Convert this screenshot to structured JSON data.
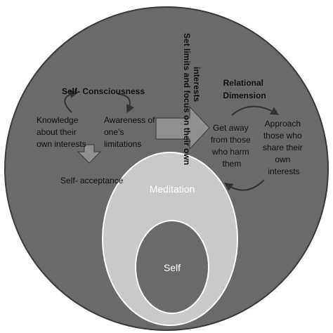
{
  "self_consciousness": {
    "title": "Self- Consciousness",
    "left_item": [
      "Knowledge",
      "about their",
      "own interests"
    ],
    "right_item": [
      "Awareness of",
      "one’s",
      "limitations"
    ],
    "result": "Self- acceptance"
  },
  "vertical_label": [
    "Set limits and focus on their own",
    "interests"
  ],
  "relational": {
    "title": [
      "Relational",
      "Dimension"
    ],
    "left_item": [
      "Get away",
      "from those",
      "who harm",
      "them"
    ],
    "right_item": [
      "Approach",
      "those who",
      "share their",
      "own",
      "interests"
    ]
  },
  "meditation_label": "Meditation",
  "self_label": "Self",
  "colors": {
    "outer_circle": "#6a6a6a",
    "meditation": "#c9c9c9",
    "self": "#6a6a6a",
    "arrow": "#8f8f8f"
  }
}
